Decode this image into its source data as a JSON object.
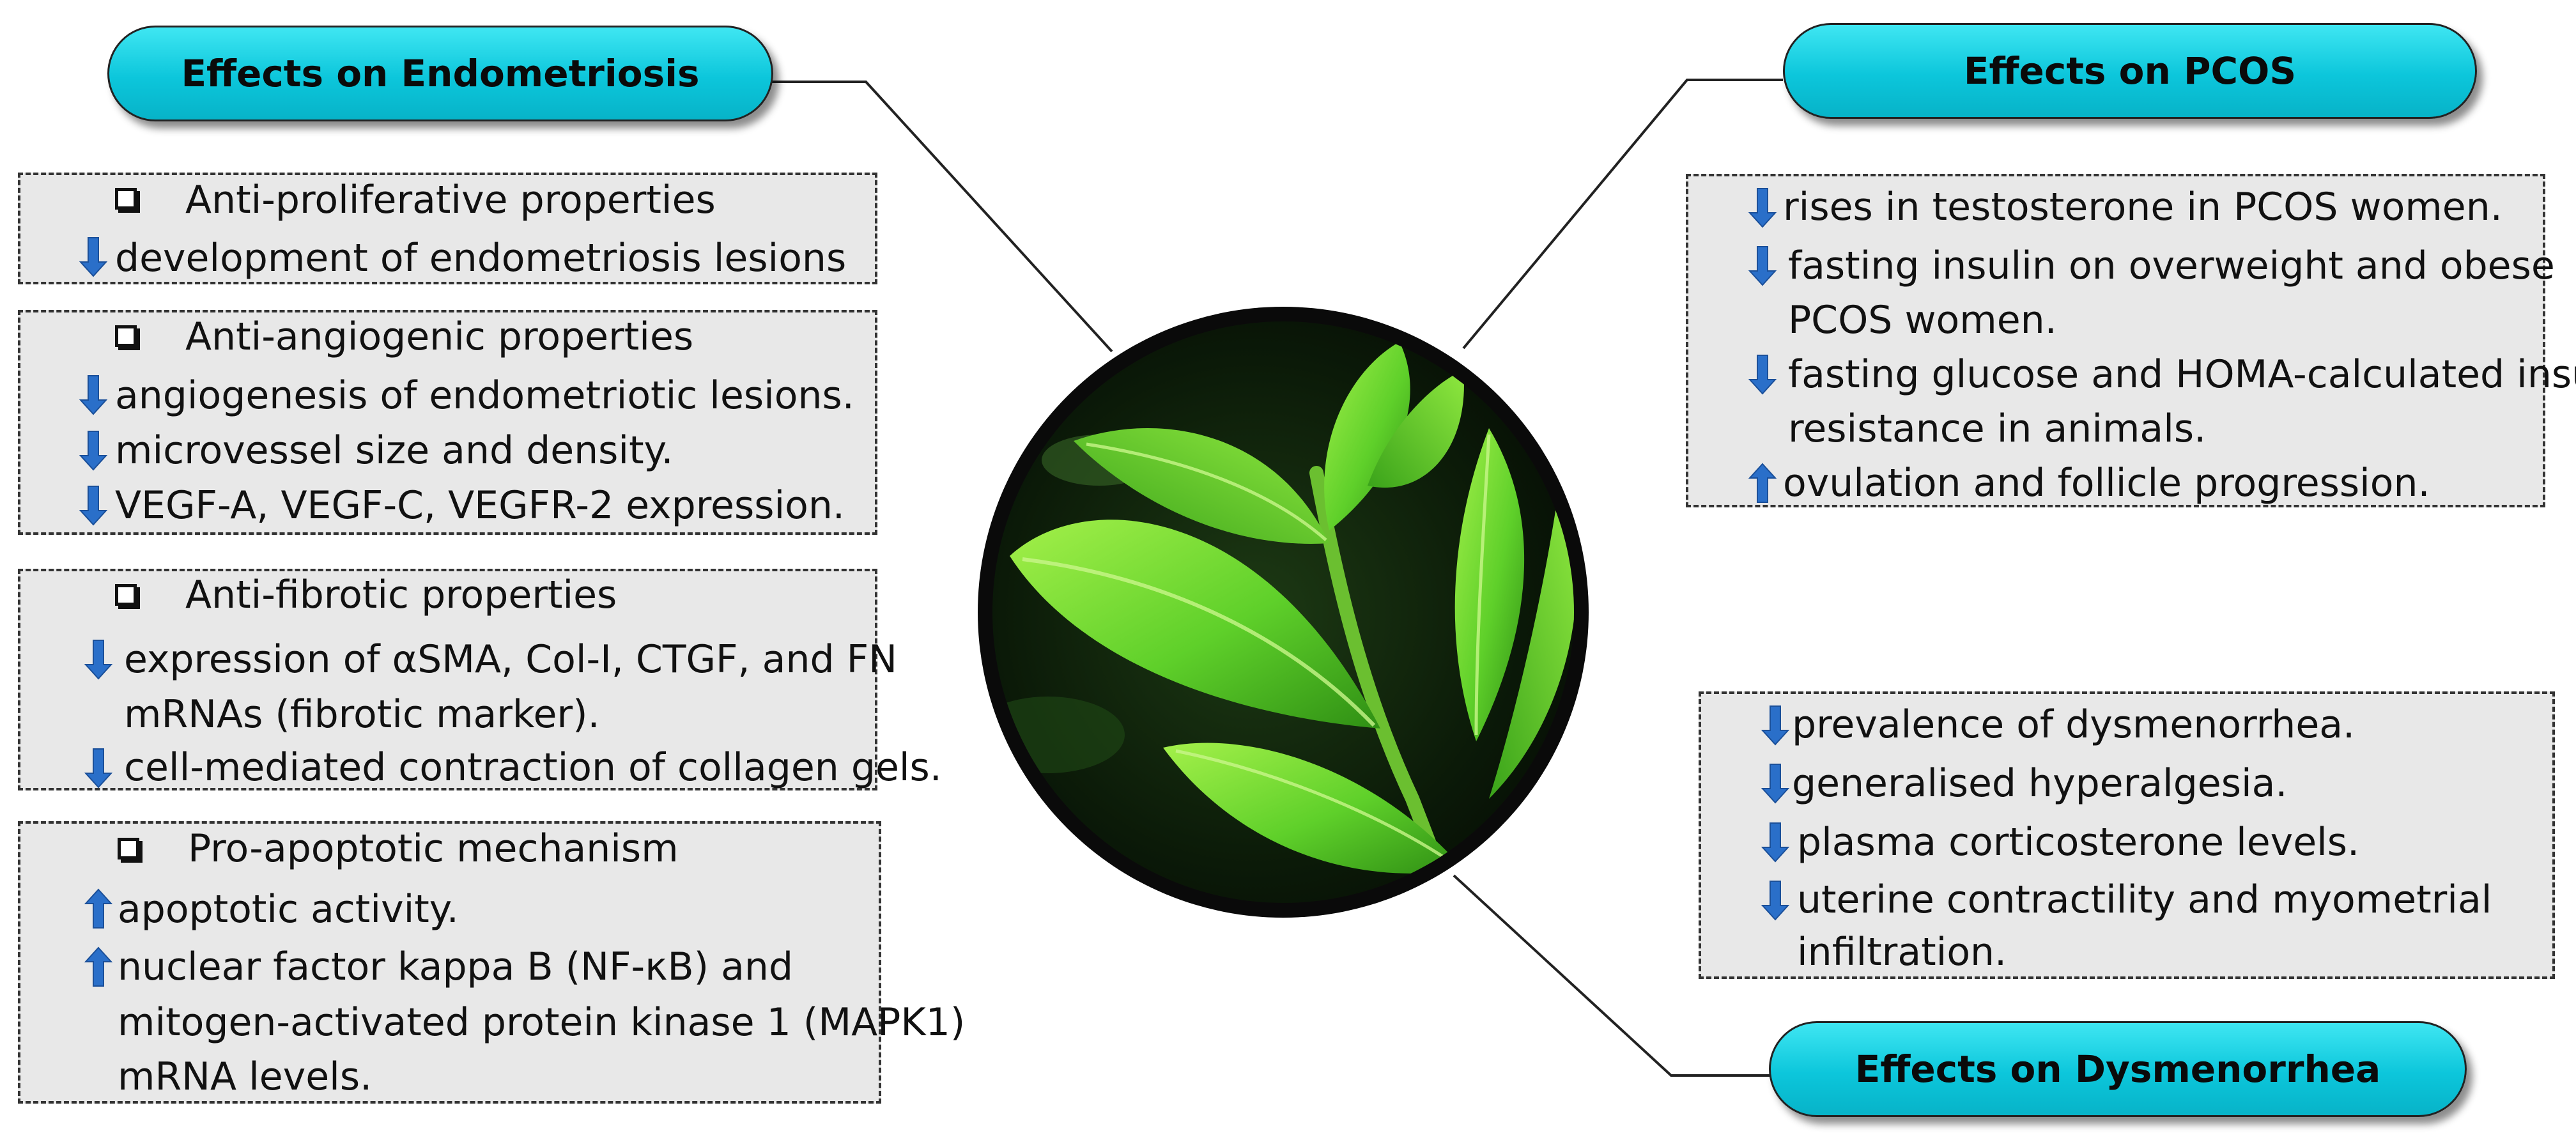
{
  "headers": {
    "endometriosis": "Effects on Endometriosis",
    "pcos": "Effects on PCOS",
    "dysmenorrhea": "Effects on Dysmenorrhea"
  },
  "endometriosis": {
    "proliferative": {
      "heading": "Anti-proliferative properties",
      "items": [
        {
          "dir": "down",
          "text": "development of endometriosis lesions"
        }
      ]
    },
    "angiogenic": {
      "heading": "Anti-angiogenic properties",
      "items": [
        {
          "dir": "down",
          "text": "angiogenesis of endometriotic lesions."
        },
        {
          "dir": "down",
          "text": "microvessel size and density."
        },
        {
          "dir": "down",
          "text": "VEGF-A, VEGF-C, VEGFR-2 expression."
        }
      ]
    },
    "fibrotic": {
      "heading": "Anti-fibrotic properties",
      "items": [
        {
          "dir": "down",
          "line1": "expression of αSMA, Col-I, CTGF, and FN",
          "line2": "mRNAs (fibrotic marker)."
        },
        {
          "dir": "down",
          "text": "cell-mediated contraction of collagen gels."
        }
      ]
    },
    "apoptotic": {
      "heading": "Pro-apoptotic mechanism",
      "items": [
        {
          "dir": "up",
          "text": "apoptotic activity."
        },
        {
          "dir": "up",
          "line1": "nuclear factor kappa B (NF-κB) and",
          "line2": "mitogen-activated protein kinase 1 (MAPK1)",
          "line3": "mRNA levels."
        }
      ]
    }
  },
  "pcos": {
    "items": [
      {
        "dir": "down",
        "text": "rises in testosterone in PCOS women."
      },
      {
        "dir": "down",
        "line1": "fasting insulin on overweight and obese",
        "line2": "PCOS women."
      },
      {
        "dir": "down",
        "line1": "fasting glucose and HOMA-calculated insulin",
        "line2": "resistance in animals."
      },
      {
        "dir": "up",
        "text": "ovulation and follicle progression."
      }
    ]
  },
  "dysmenorrhea": {
    "items": [
      {
        "dir": "down",
        "text": "prevalence of dysmenorrhea."
      },
      {
        "dir": "down",
        "text": "generalised hyperalgesia."
      },
      {
        "dir": "down",
        "text": "plasma corticosterone levels."
      },
      {
        "dir": "down",
        "line1": "uterine contractility and myometrial",
        "line2": "infiltration."
      }
    ]
  },
  "colors": {
    "pill": "#0cc6db",
    "arrow": "#2a6fc9",
    "box_bg": "#e8e8e8",
    "leaf_light": "#7ee03a",
    "leaf_dark": "#2f8f14"
  },
  "icons": {
    "decrease": "down-arrow-icon",
    "increase": "up-arrow-icon",
    "bullet": "checkbox-icon"
  }
}
